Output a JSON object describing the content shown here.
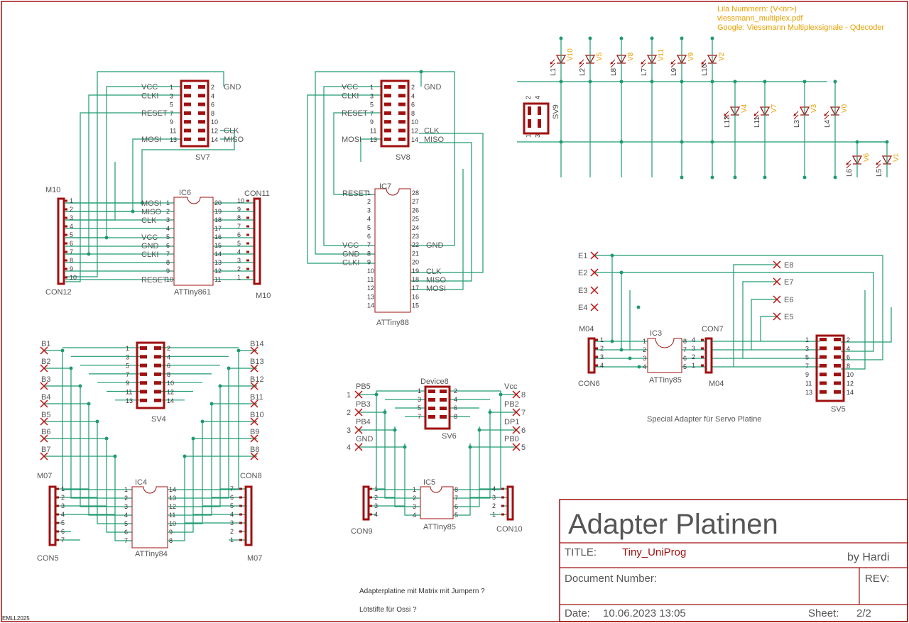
{
  "notes": {
    "line1": "Lila Nummern: (V<nr>)",
    "line2": "viessmann_multiplex.pdf",
    "line3": "Google: Viessmann Multiplexsignale - Qdecoder",
    "servo": "Special Adapter für Servo Platine",
    "matrix": "Adapterplatine mit Matrix mit Jumpern ?",
    "pins": "Lötstifte für Ossi ?",
    "version": "EMLL2025"
  },
  "titleblock": {
    "heading": "Adapter Platinen",
    "title_label": "TITLE:",
    "title_value": "Tiny_UniProg",
    "author": "by Hardi",
    "docnum_label": "Document Number:",
    "rev_label": "REV:",
    "date_label": "Date:",
    "date_value": "10.06.2023 13:05",
    "sheet_label": "Sheet:",
    "sheet_value": "2/2"
  },
  "sv7": {
    "name": "SV7",
    "left_pins": [
      "1",
      "3",
      "5",
      "7",
      "9",
      "11",
      "13"
    ],
    "right_pins": [
      "2",
      "4",
      "6",
      "8",
      "10",
      "12",
      "14"
    ],
    "left_signals": [
      "VCC",
      "CLKI",
      "",
      "RESET",
      "",
      "",
      "MOSI"
    ],
    "right_signals": [
      "GND",
      "",
      "",
      "",
      "",
      "CLK",
      "MISO"
    ]
  },
  "sv8": {
    "name": "SV8",
    "left_pins": [
      "1",
      "3",
      "5",
      "7",
      "9",
      "11",
      "13"
    ],
    "right_pins": [
      "2",
      "4",
      "6",
      "8",
      "10",
      "12",
      "14"
    ],
    "left_signals": [
      "VCC",
      "CLKI",
      "",
      "RESET",
      "",
      "",
      "MOSI"
    ],
    "right_signals": [
      "GND",
      "",
      "",
      "",
      "",
      "CLK",
      "MISO"
    ]
  },
  "ic6": {
    "name": "IC6",
    "part": "ATTiny861",
    "left_pins": [
      "1",
      "2",
      "3",
      "4",
      "5",
      "6",
      "7",
      "8",
      "9",
      "10"
    ],
    "right_pins": [
      "20",
      "19",
      "18",
      "17",
      "16",
      "15",
      "14",
      "13",
      "12",
      "11"
    ],
    "signals": [
      "MOSI",
      "MISO",
      "CLK",
      "",
      "VCC",
      "GND",
      "CLKI",
      "",
      "",
      "RESET"
    ]
  },
  "con12": {
    "name": "CON12",
    "top": "M10",
    "pins": [
      "1",
      "2",
      "3",
      "4",
      "5",
      "6",
      "7",
      "8",
      "9",
      "10"
    ]
  },
  "con11": {
    "name": "CON11",
    "bottom": "M10",
    "pins": [
      "10",
      "9",
      "8",
      "7",
      "6",
      "5",
      "4",
      "3",
      "2",
      "1"
    ]
  },
  "ic7": {
    "name": "IC7",
    "part": "ATTiny88",
    "left_pins": [
      "1",
      "2",
      "3",
      "4",
      "5",
      "6",
      "7",
      "8",
      "9",
      "10",
      "11",
      "12",
      "13",
      "14"
    ],
    "right_pins": [
      "28",
      "27",
      "26",
      "25",
      "24",
      "23",
      "22",
      "21",
      "20",
      "19",
      "18",
      "17",
      "16",
      "15"
    ],
    "left_signals": [
      "RESET",
      "",
      "",
      "",
      "",
      "",
      "VCC",
      "GND",
      "CLKI",
      "",
      "",
      "",
      "",
      ""
    ],
    "right_signals": [
      "",
      "",
      "",
      "",
      "",
      "",
      "GND",
      "",
      "",
      "CLK",
      "MISO",
      "MOSI",
      "",
      ""
    ]
  },
  "sv4": {
    "name": "SV4",
    "left_pins": [
      "1",
      "3",
      "5",
      "7",
      "9",
      "11",
      "13"
    ],
    "right_pins": [
      "2",
      "4",
      "6",
      "8",
      "10",
      "12",
      "14"
    ]
  },
  "bus_left": [
    "B1",
    "B2",
    "B3",
    "B4",
    "B5",
    "B6",
    "B7"
  ],
  "bus_right": [
    "B14",
    "B13",
    "B12",
    "B11",
    "B10",
    "B9",
    "B8"
  ],
  "ic4": {
    "name": "IC4",
    "part": "ATTiny84",
    "left_pins": [
      "1",
      "2",
      "3",
      "4",
      "5",
      "6",
      "7"
    ],
    "right_pins": [
      "14",
      "13",
      "12",
      "11",
      "10",
      "9",
      "8"
    ]
  },
  "con5": {
    "name": "CON5",
    "top": "M07",
    "pins": [
      "1",
      "2",
      "3",
      "4",
      "5",
      "6",
      "7"
    ]
  },
  "con8": {
    "name": "CON8",
    "bottom": "M07",
    "pins": [
      "7",
      "6",
      "5",
      "4",
      "3",
      "2",
      "1"
    ]
  },
  "device8": {
    "name": "Device8",
    "part": "SV6",
    "left_pins": [
      "1",
      "3",
      "5",
      "7"
    ],
    "right_pins": [
      "2",
      "4",
      "6",
      "8"
    ],
    "left_labels": [
      "PB5",
      "PB3",
      "PB4",
      "GND"
    ],
    "left_nums": [
      "1",
      "2",
      "3",
      "4"
    ],
    "right_labels": [
      "Vcc",
      "PB2",
      "DP1",
      "PB0"
    ],
    "right_nums": [
      "8",
      "7",
      "6",
      "5"
    ]
  },
  "ic5": {
    "name": "IC5",
    "part": "ATTiny85",
    "left_pins": [
      "1",
      "2",
      "3",
      "4"
    ],
    "right_pins": [
      "8",
      "7",
      "6",
      "5"
    ]
  },
  "con9": {
    "name": "CON9",
    "pins": [
      "1",
      "2",
      "3",
      "4"
    ]
  },
  "con10": {
    "name": "CON10",
    "pins": [
      "4",
      "3",
      "2",
      "1"
    ]
  },
  "leds": {
    "top": [
      {
        "l": "L1",
        "v": "V10"
      },
      {
        "l": "L2",
        "v": "V5"
      },
      {
        "l": "L8",
        "v": "V8"
      },
      {
        "l": "L7",
        "v": "V11"
      },
      {
        "l": "L9",
        "v": "V9"
      },
      {
        "l": "L10",
        "v": "V2"
      }
    ],
    "mid": [
      {
        "l": "L12",
        "v": "V4"
      },
      {
        "l": "L11",
        "v": "V7"
      },
      {
        "l": "L3",
        "v": "V3"
      },
      {
        "l": "L4",
        "v": "V0"
      }
    ],
    "low": [
      {
        "l": "L6",
        "v": "V6"
      },
      {
        "l": "L5",
        "v": "V1"
      }
    ],
    "connector": "SV9",
    "conn_pins": [
      "2",
      "4",
      "1",
      "3"
    ]
  },
  "servo": {
    "e_left": [
      "E1",
      "E2",
      "E3",
      "E4"
    ],
    "e_right": [
      "E8",
      "E7",
      "E6",
      "E5"
    ],
    "ic3": {
      "name": "IC3",
      "part": "ATTiny85",
      "left_pins": [
        "1",
        "2",
        "3",
        "4"
      ],
      "right_pins": [
        "8",
        "7",
        "6",
        "5"
      ]
    },
    "con6": {
      "name": "CON6",
      "top": "M04",
      "pins": [
        "1",
        "2",
        "3",
        "4"
      ]
    },
    "con7": {
      "name": "CON7",
      "bottom": "M04",
      "pins": [
        "4",
        "3",
        "2",
        "1"
      ]
    },
    "sv5": {
      "name": "SV5",
      "left_pins": [
        "1",
        "3",
        "5",
        "7",
        "9",
        "11",
        "13"
      ],
      "right_pins": [
        "2",
        "4",
        "6",
        "8",
        "10",
        "12",
        "14"
      ]
    }
  }
}
